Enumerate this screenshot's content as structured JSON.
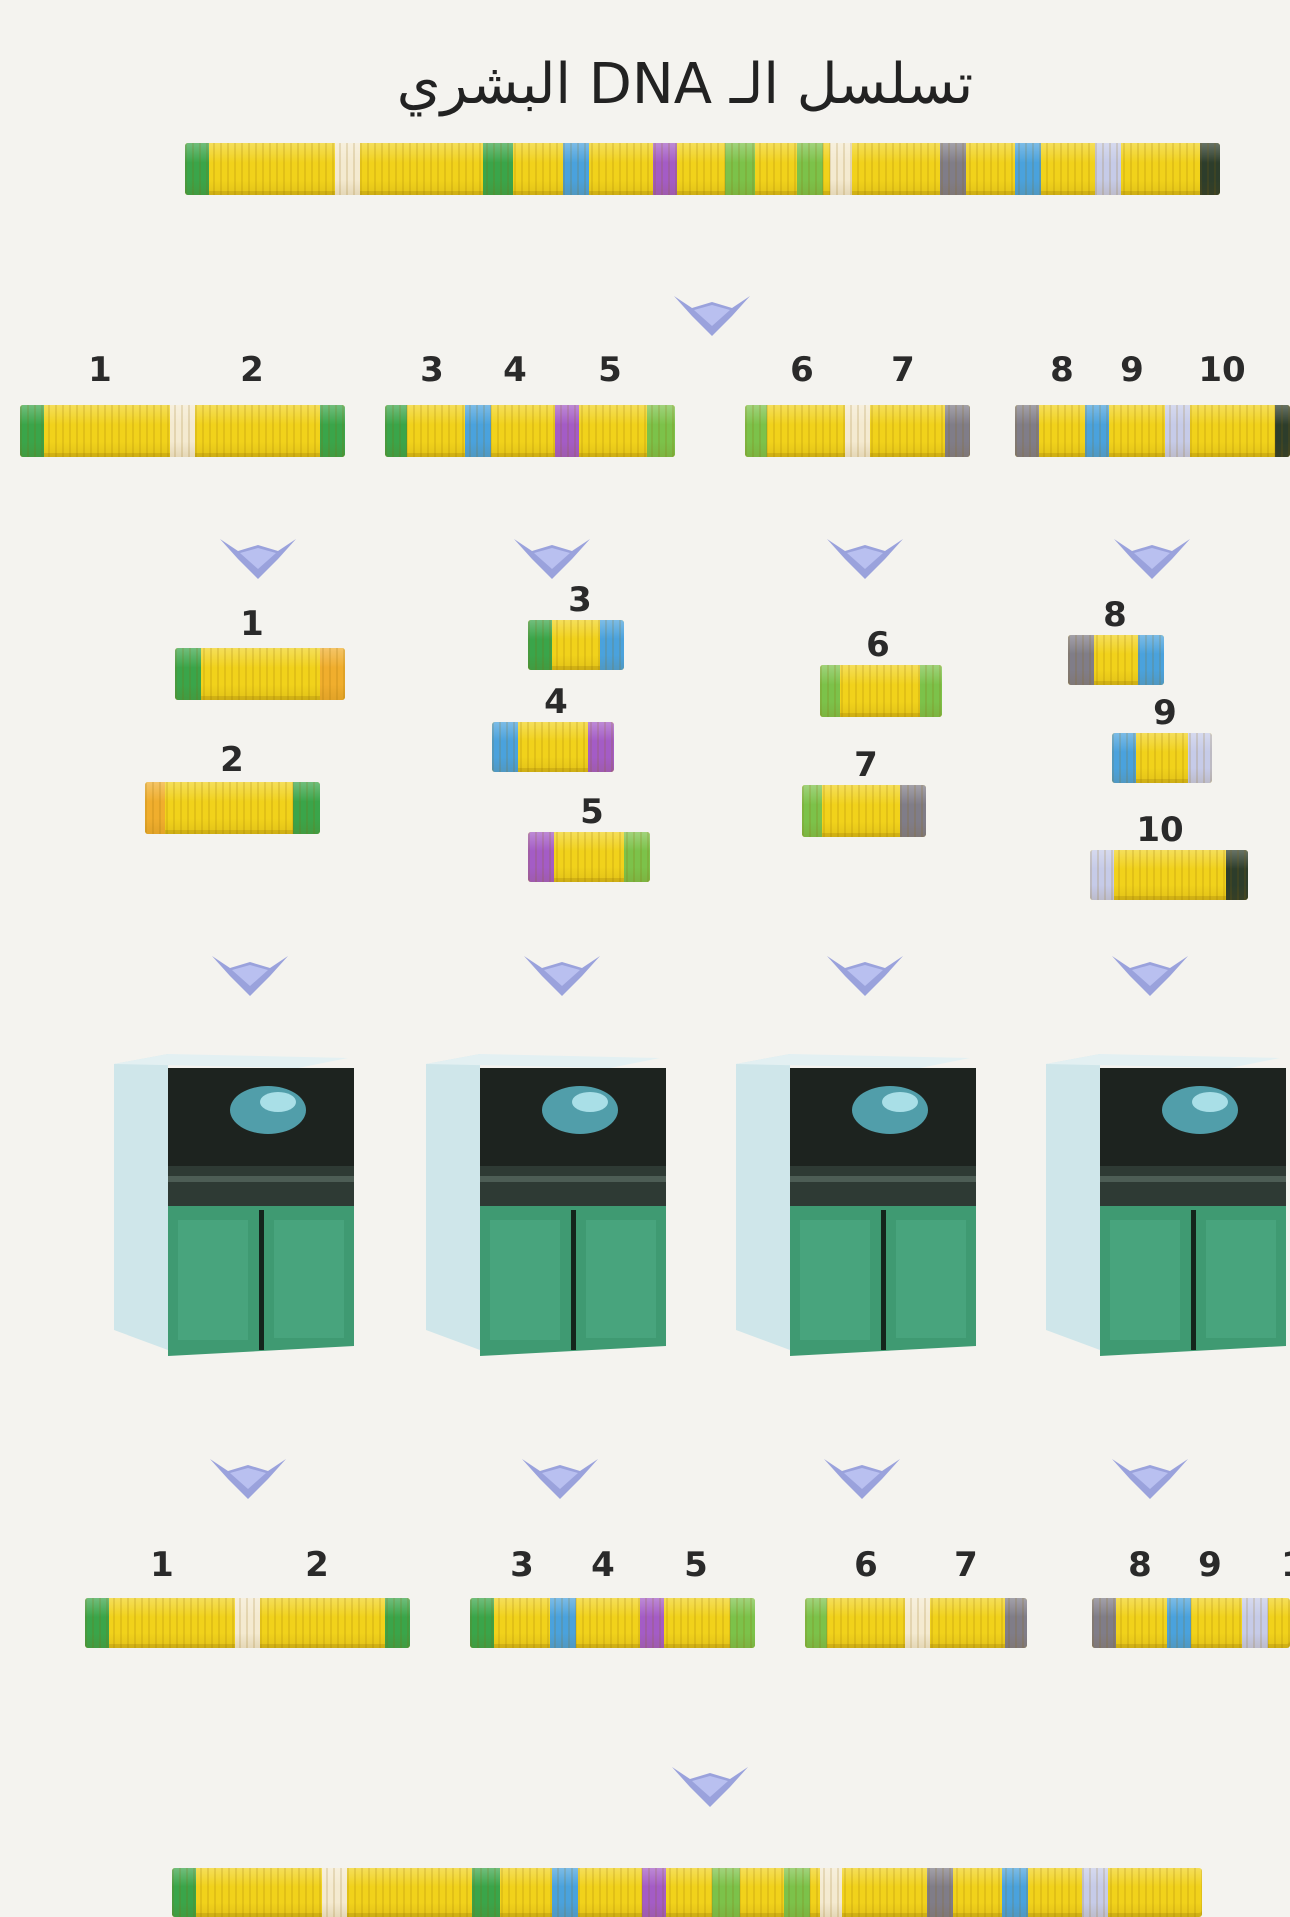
{
  "title": "تسلسل الـ DNA البشري",
  "colors": {
    "yellow": "#f1d21b",
    "green": "#3aa54a",
    "lightgreen": "#7cc24a",
    "blue": "#4aa2dd",
    "purple": "#a45cc6",
    "gray": "#807d88",
    "pale": "#f4ead0",
    "lavender": "#c6cbe8",
    "dark": "#2d3d2b",
    "orange": "#f0ae2d",
    "arrow": "#8a93d8",
    "machine_front": "#3f9a72",
    "machine_side": "#cfe6ea",
    "machine_screen": "#1d231f",
    "machine_glow": "#63c8da"
  },
  "fragment_labels": {
    "f1": "1",
    "f2": "2",
    "f3": "3",
    "f4": "4",
    "f5": "5",
    "f6": "6",
    "f7": "7",
    "f8": "8",
    "f9": "9",
    "f10": "10"
  },
  "bottom_partial_label": "1",
  "icons": {
    "arrow": "down-arrow-icon",
    "sequencer": "dna-sequencer-machine-icon"
  }
}
